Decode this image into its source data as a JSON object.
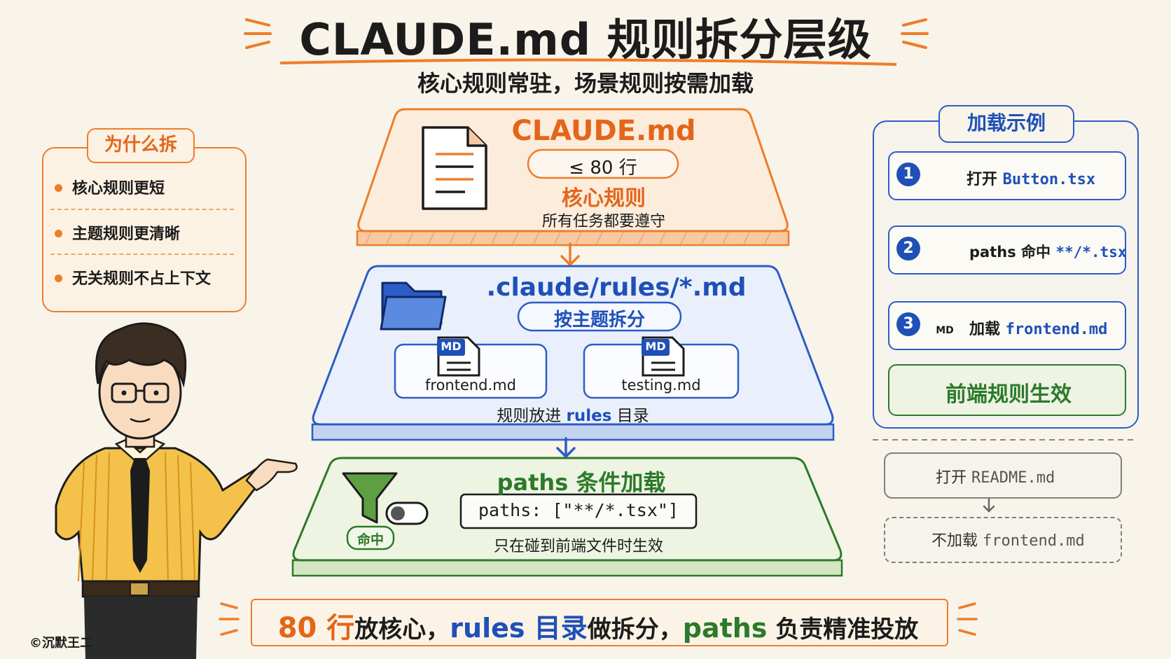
{
  "title": "CLAUDE.md 规则拆分层级",
  "subtitle": "核心规则常驻，场景规则按需加载",
  "why": {
    "tag": "为什么拆",
    "items": [
      "核心规则更短",
      "主题规则更清晰",
      "无关规则不占上下文"
    ]
  },
  "layer_core": {
    "name": "CLAUDE.md",
    "limit": "≤ 80 行",
    "label": "核心规则",
    "desc": "所有任务都要遵守"
  },
  "layer_rules": {
    "path": ".claude/rules/*.md",
    "label": "按主题拆分",
    "badge": "MD",
    "files": [
      "frontend.md",
      "testing.md"
    ],
    "desc_pre": "规则放进 ",
    "desc_code": "rules",
    "desc_post": " 目录"
  },
  "layer_paths": {
    "title_code": "paths",
    "title_rest": " 条件加载",
    "config": "paths: [\"**/*.tsx\"]",
    "hit": "命中",
    "desc": "只在碰到前端文件时生效"
  },
  "example": {
    "tag": "加载示例",
    "steps": [
      {
        "num": "1",
        "text": "打开 ",
        "code": "Button.tsx"
      },
      {
        "num": "2",
        "text": "paths 命中 ",
        "code": "**/*.tsx"
      },
      {
        "num": "3",
        "text": "加载 ",
        "code": "frontend.md"
      }
    ],
    "md_badge": "MD",
    "result": "前端规则生效",
    "neg_open": "打开 ",
    "neg_file": "README.md",
    "neg_result": "不加载 ",
    "neg_result_file": "frontend.md"
  },
  "footer": {
    "p1": "80 行",
    "p2": "放核心，",
    "p3": "rules 目录",
    "p4": "做拆分，",
    "p5": "paths",
    "p6": " 负责精准投放"
  },
  "credit": "©沉默王二",
  "colors": {
    "orange": "#ee7d2a",
    "blue": "#2d5cc6",
    "green": "#2c7a2a",
    "grey": "#7f7f7f",
    "background": "#f8f4e9"
  }
}
